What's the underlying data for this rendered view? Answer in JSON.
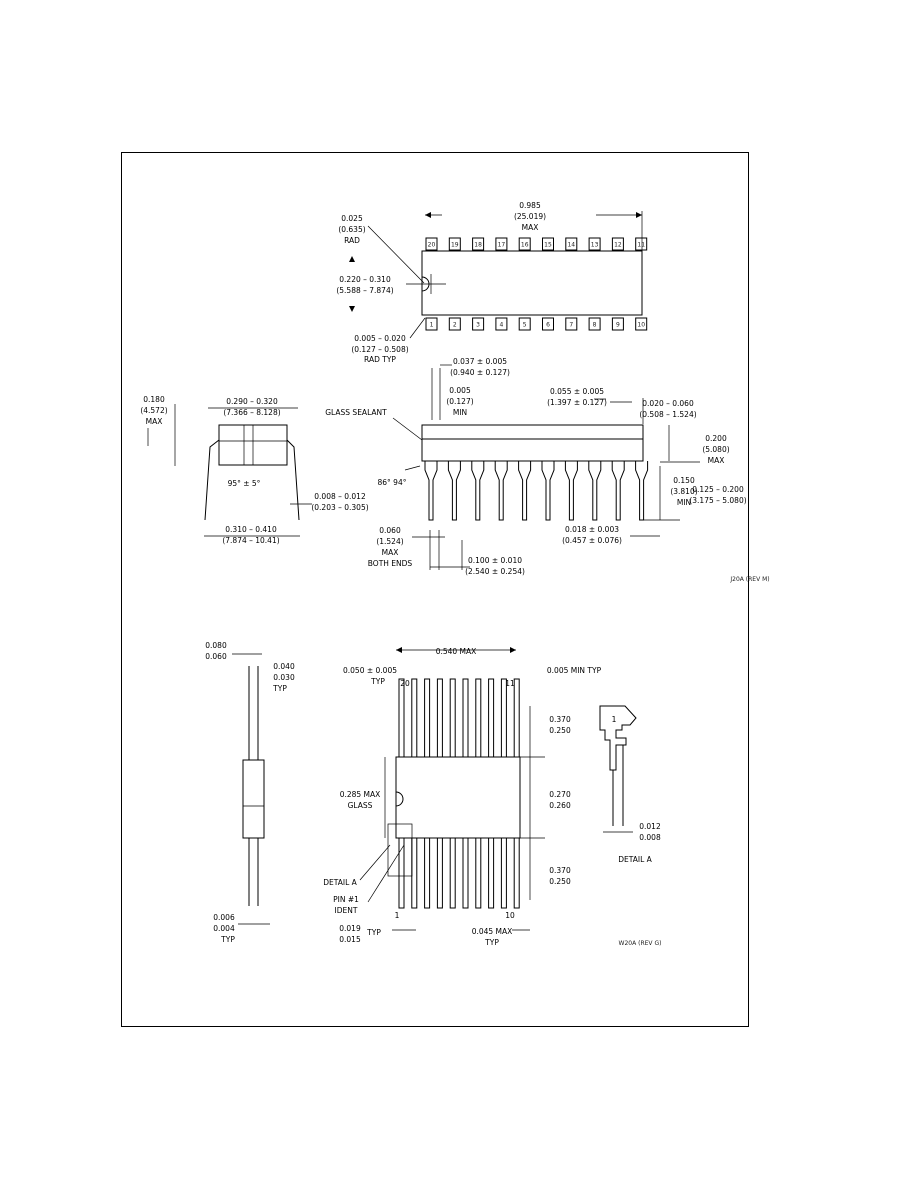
{
  "top_view": {
    "length": [
      "0.985",
      "(25.019)",
      "MAX"
    ],
    "rad": [
      "0.025",
      "(0.635)",
      "RAD"
    ],
    "width": [
      "0.220 – 0.310",
      "(5.588 – 7.874)"
    ],
    "pad": [
      "0.005 – 0.020",
      "(0.127 – 0.508)",
      "RAD TYP"
    ],
    "top_pins": [
      "20",
      "19",
      "18",
      "17",
      "16",
      "15",
      "14",
      "13",
      "12",
      "11"
    ],
    "bottom_pins": [
      "1",
      "2",
      "3",
      "4",
      "5",
      "6",
      "7",
      "8",
      "9",
      "10"
    ]
  },
  "side_view": {
    "d037": [
      "0.037 ± 0.005",
      "(0.940 ± 0.127)"
    ],
    "d005": [
      "0.005",
      "(0.127)",
      "MIN"
    ],
    "d055": [
      "0.055 ± 0.005",
      "(1.397 ± 0.127)"
    ],
    "d020": [
      "0.020 – 0.060",
      "(0.508 – 1.524)"
    ],
    "glass": "GLASS SEALANT",
    "angle": "86° 94°",
    "d200": [
      "0.200",
      "(5.080)",
      "MAX"
    ],
    "d150": [
      "0.150",
      "(3.810)",
      "MIN"
    ],
    "d125": [
      "0.125 – 0.200",
      "(3.175 – 5.080)"
    ],
    "d060": [
      "0.060",
      "(1.524)",
      "MAX",
      "BOTH ENDS"
    ],
    "d100": [
      "0.100 ± 0.010",
      "(2.540 ± 0.254)"
    ],
    "d018": [
      "0.018 ± 0.003",
      "(0.457 ± 0.076)"
    ]
  },
  "end_view": {
    "d180": [
      "0.180",
      "(4.572)",
      "MAX"
    ],
    "d290": [
      "0.290 – 0.320",
      "(7.366 – 8.128)"
    ],
    "angle": "95° ± 5°",
    "d008": [
      "0.008 – 0.012",
      "(0.203 – 0.305)"
    ],
    "d310": [
      "0.310 – 0.410",
      "(7.874 – 10.41)"
    ]
  },
  "code1": "J20A (REV M)",
  "flat_side": {
    "d080": [
      "0.080",
      "0.060"
    ],
    "d040": [
      "0.040",
      "0.030",
      "TYP"
    ],
    "d006": [
      "0.006",
      "0.004",
      "TYP"
    ]
  },
  "flat_top": {
    "d540": "0.540 MAX",
    "d050": [
      "0.050 ± 0.005",
      "TYP"
    ],
    "d005": "0.005 MIN TYP",
    "pin20": "20",
    "pin11": "11",
    "pin1": "1",
    "pin10": "10",
    "d370a": [
      "0.370",
      "0.250"
    ],
    "d285": [
      "0.285 MAX",
      "GLASS"
    ],
    "d270": [
      "0.270",
      "0.260"
    ],
    "d370b": [
      "0.370",
      "0.250"
    ],
    "detail": "DETAIL A",
    "pin1ident": [
      "PIN #1",
      "IDENT"
    ],
    "d019": [
      "0.019",
      "0.015",
      "TYP"
    ],
    "d045": [
      "0.045 MAX",
      "TYP"
    ]
  },
  "detail_a": {
    "num": "1",
    "d012": [
      "0.012",
      "0.008"
    ],
    "label": "DETAIL A"
  },
  "code2": "W20A (REV G)"
}
